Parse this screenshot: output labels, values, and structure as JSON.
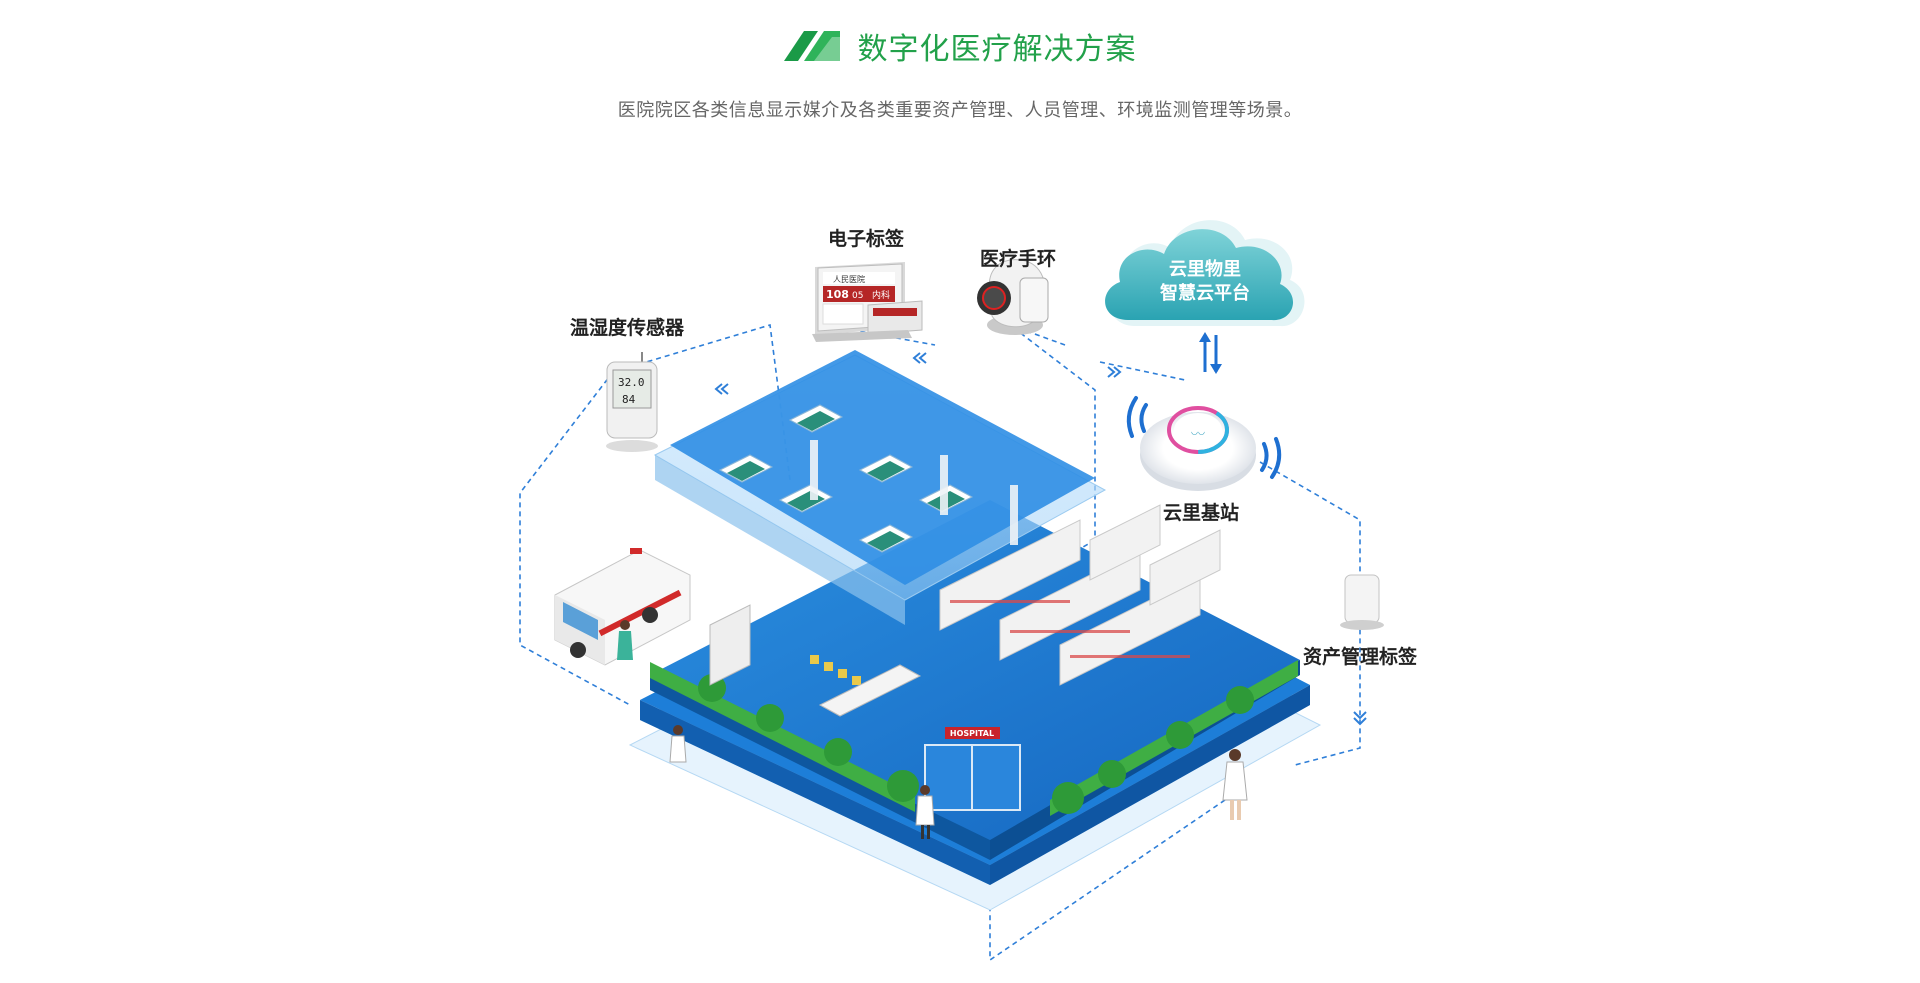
{
  "header": {
    "title": "数字化医疗解决方案",
    "subtitle": "医院院区各类信息显示媒介及各类重要资产管理、人员管理、环境监测管理等场景。"
  },
  "devices": {
    "esl": "电子标签",
    "wristband": "医疗手环",
    "sensor": "温湿度传感器",
    "base_station": "云里基站",
    "asset_tag": "资产管理标签",
    "cloud_line1": "云里物里",
    "cloud_line2": "智慧云平台"
  },
  "illustration_text": {
    "hospital_sign": "HOSPITAL",
    "esl_room": "108",
    "esl_room2": "05",
    "esl_dept": "内科",
    "sensor_temp": "32.0",
    "sensor_hum": "84",
    "esl_hospital_name": "人民医院"
  },
  "colors": {
    "brand_green": "#22a14a",
    "floor_blue": "#1e7fd6",
    "cloud_teal": "#3fb6c0",
    "link_blue": "#2f7fd8"
  }
}
